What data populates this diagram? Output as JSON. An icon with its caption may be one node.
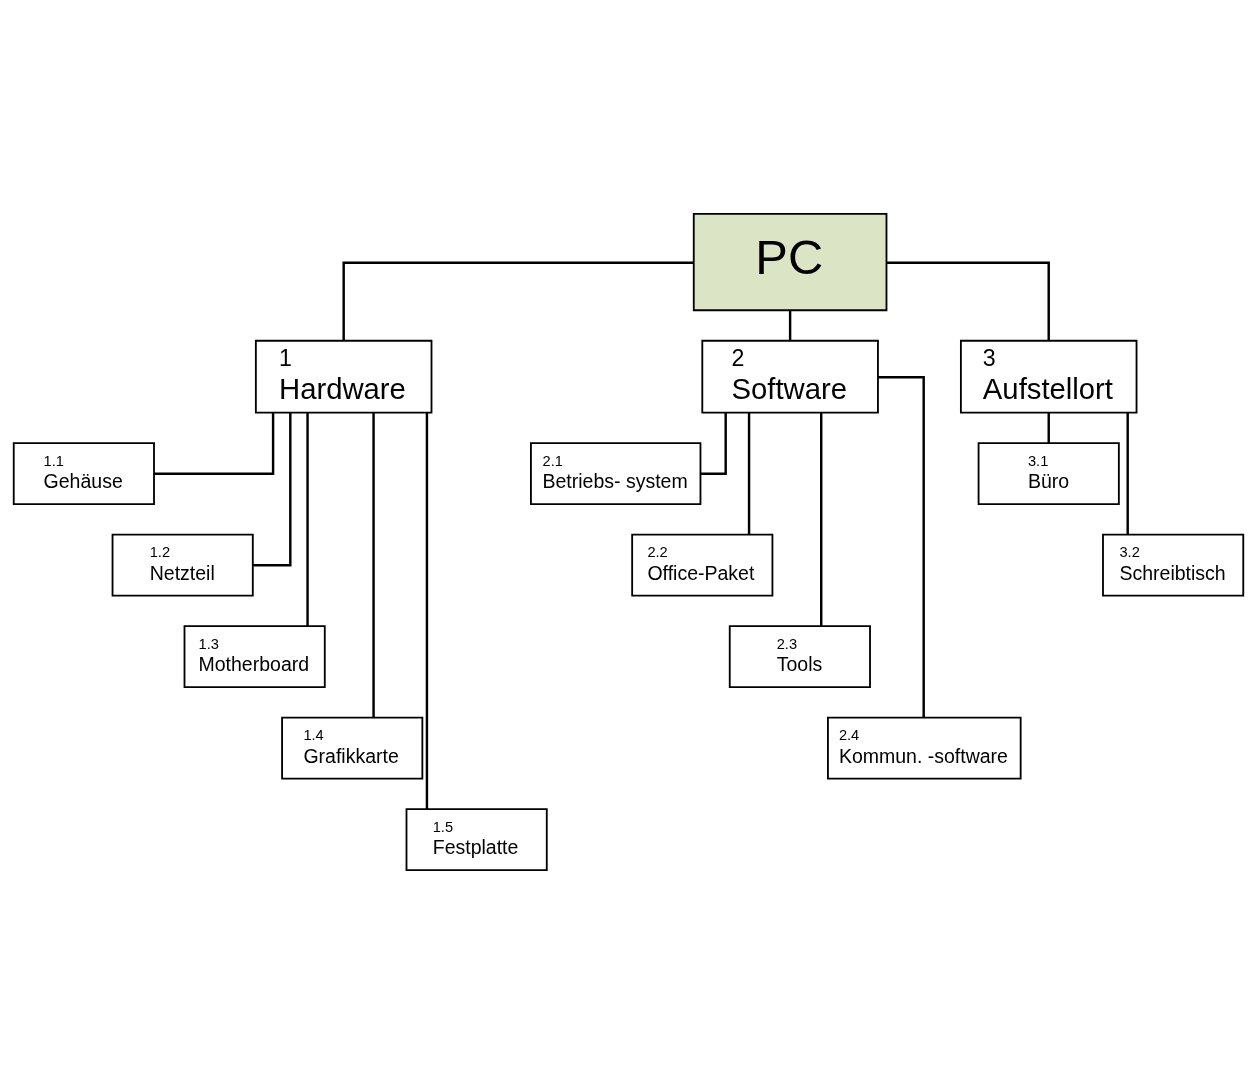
{
  "diagram": {
    "nodes": [
      {
        "text": [
          "PC"
        ]
      },
      {
        "text": [
          "1",
          "Hardware"
        ]
      },
      {
        "text": [
          "2",
          "Software"
        ]
      },
      {
        "text": [
          "3",
          "Aufstellort"
        ]
      },
      {
        "text": [
          "1.1",
          "Gehäuse"
        ]
      },
      {
        "text": [
          "1.2",
          "Netzteil"
        ]
      },
      {
        "text": [
          "1.3",
          "Motherboard"
        ]
      },
      {
        "text": [
          "1.4",
          "Grafikkarte"
        ]
      },
      {
        "text": [
          "1.5",
          "Festplatte"
        ]
      },
      {
        "text": [
          "2.1",
          "Betriebs- system"
        ]
      },
      {
        "text": [
          "2.2",
          "Office-Paket"
        ]
      },
      {
        "text": [
          "2.3",
          "Tools"
        ]
      },
      {
        "text": [
          "2.4",
          "Kommun. -software"
        ]
      },
      {
        "text": [
          "3.1",
          "Büro"
        ]
      },
      {
        "text": [
          "3.2",
          "Schreibtisch"
        ]
      }
    ],
    "edges": [
      {
        "from": 0,
        "to": 1,
        "arrow": "none"
      },
      {
        "from": 0,
        "to": 2,
        "arrow": "none"
      },
      {
        "from": 0,
        "to": 3,
        "arrow": "none"
      },
      {
        "from": 1,
        "to": 4,
        "arrow": "none"
      },
      {
        "from": 1,
        "to": 5,
        "arrow": "none"
      },
      {
        "from": 1,
        "to": 6,
        "arrow": "none"
      },
      {
        "from": 1,
        "to": 7,
        "arrow": "none"
      },
      {
        "from": 1,
        "to": 8,
        "arrow": "none"
      },
      {
        "from": 2,
        "to": 9,
        "arrow": "none"
      },
      {
        "from": 2,
        "to": 10,
        "arrow": "none"
      },
      {
        "from": 2,
        "to": 11,
        "arrow": "none"
      },
      {
        "from": 2,
        "to": 12,
        "arrow": "none"
      },
      {
        "from": 3,
        "to": 13,
        "arrow": "none"
      },
      {
        "from": 3,
        "to": 14,
        "arrow": "none"
      }
    ]
  }
}
